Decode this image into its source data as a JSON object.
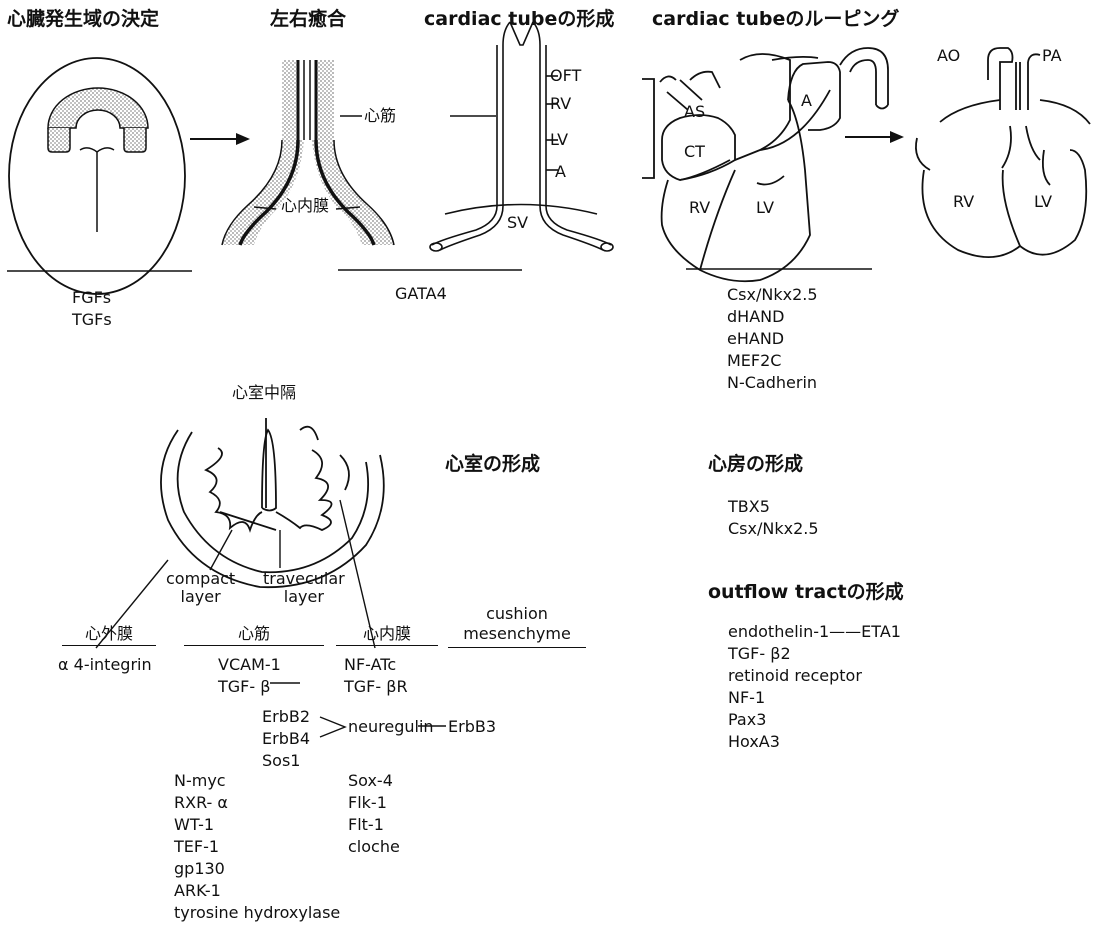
{
  "headings": {
    "region": "心臓発生域の決定",
    "fusion": "左右癒合",
    "tube": "cardiac tubeの形成",
    "looping": "cardiac tubeのルーピング",
    "ventricle": "心室の形成",
    "atrium": "心房の形成",
    "outflow": "outflow tractの形成"
  },
  "labels": {
    "myocardium": "心筋",
    "endocardium": "心内膜",
    "OFT": "OFT",
    "RV": "RV",
    "LV": "LV",
    "A": "A",
    "SV": "SV",
    "AS": "AS",
    "CT": "CT",
    "AO": "AO",
    "PA": "PA",
    "septum": "心室中隔",
    "compact": [
      "compact",
      "layer"
    ],
    "travecular": [
      "travecular",
      "layer"
    ],
    "cushion": [
      "cushion",
      "mesenchyme"
    ]
  },
  "genes": {
    "region": [
      "FGFs",
      "TGFs"
    ],
    "tube": [
      "GATA4"
    ],
    "looping": [
      "Csx/Nkx2.5",
      "dHAND",
      "eHAND",
      "MEF2C",
      "N-Cadherin"
    ],
    "atrium": [
      "TBX5",
      "Csx/Nkx2.5"
    ],
    "outflow": [
      "endothelin-1——ETA1",
      "TGF- β2",
      "retinoid receptor",
      "NF-1",
      "Pax3",
      "HoxA3"
    ]
  },
  "ventricle_table": {
    "columns": [
      "心外膜",
      "心筋",
      "心内膜",
      "cushion mesenchyme"
    ],
    "epicardium": [
      "α 4-integrin"
    ],
    "myocardium": [
      "VCAM-1",
      "TGF- β"
    ],
    "endocardium": [
      "NF-ATc",
      "TGF- βR"
    ],
    "erbb": [
      "ErbB2",
      "ErbB4",
      "Sos1"
    ],
    "neuregulin": "neuregulin",
    "erbb3": "ErbB3",
    "myo_list": [
      "N-myc",
      "RXR- α",
      "WT-1",
      "TEF-1",
      "gp130",
      "ARK-1",
      "tyrosine hydroxylase"
    ],
    "endo_list": [
      "Sox-4",
      "Flk-1",
      "Flt-1",
      "cloche"
    ]
  }
}
